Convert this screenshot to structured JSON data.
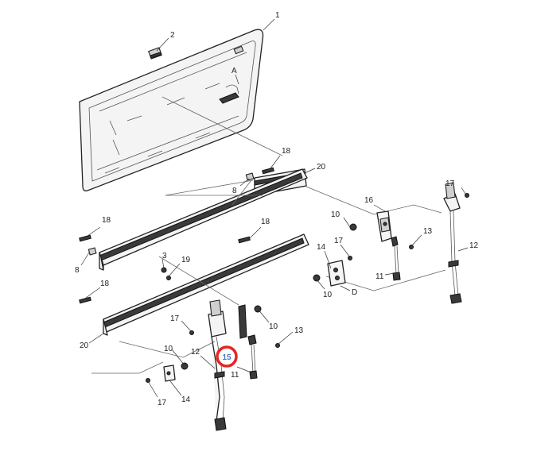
{
  "callouts": [
    {
      "id": "c1",
      "label": "1"
    },
    {
      "id": "c2",
      "label": "2"
    },
    {
      "id": "cA",
      "label": "A"
    },
    {
      "id": "c18a",
      "label": "18"
    },
    {
      "id": "c20a",
      "label": "20"
    },
    {
      "id": "c8a",
      "label": "8"
    },
    {
      "id": "c16",
      "label": "16"
    },
    {
      "id": "c17a",
      "label": "17"
    },
    {
      "id": "c10a",
      "label": "10"
    },
    {
      "id": "c13a",
      "label": "13"
    },
    {
      "id": "c12a",
      "label": "12"
    },
    {
      "id": "c18b",
      "label": "18"
    },
    {
      "id": "c18c",
      "label": "18"
    },
    {
      "id": "c3",
      "label": "3"
    },
    {
      "id": "c19",
      "label": "19"
    },
    {
      "id": "c8b",
      "label": "8"
    },
    {
      "id": "c14a",
      "label": "14"
    },
    {
      "id": "c17b",
      "label": "17"
    },
    {
      "id": "c11a",
      "label": "11"
    },
    {
      "id": "c10b",
      "label": "10"
    },
    {
      "id": "cD",
      "label": "D"
    },
    {
      "id": "c18d",
      "label": "18"
    },
    {
      "id": "c17c",
      "label": "17"
    },
    {
      "id": "c10c",
      "label": "10"
    },
    {
      "id": "c13b",
      "label": "13"
    },
    {
      "id": "c20b",
      "label": "20"
    },
    {
      "id": "c10d",
      "label": "10"
    },
    {
      "id": "c12b",
      "label": "12"
    },
    {
      "id": "c11b",
      "label": "11"
    },
    {
      "id": "c17d",
      "label": "17"
    },
    {
      "id": "c14b",
      "label": "14"
    }
  ],
  "highlighted_callout": {
    "label": "15",
    "ring_color": "#e32626",
    "text_color": "#4a78c2"
  }
}
